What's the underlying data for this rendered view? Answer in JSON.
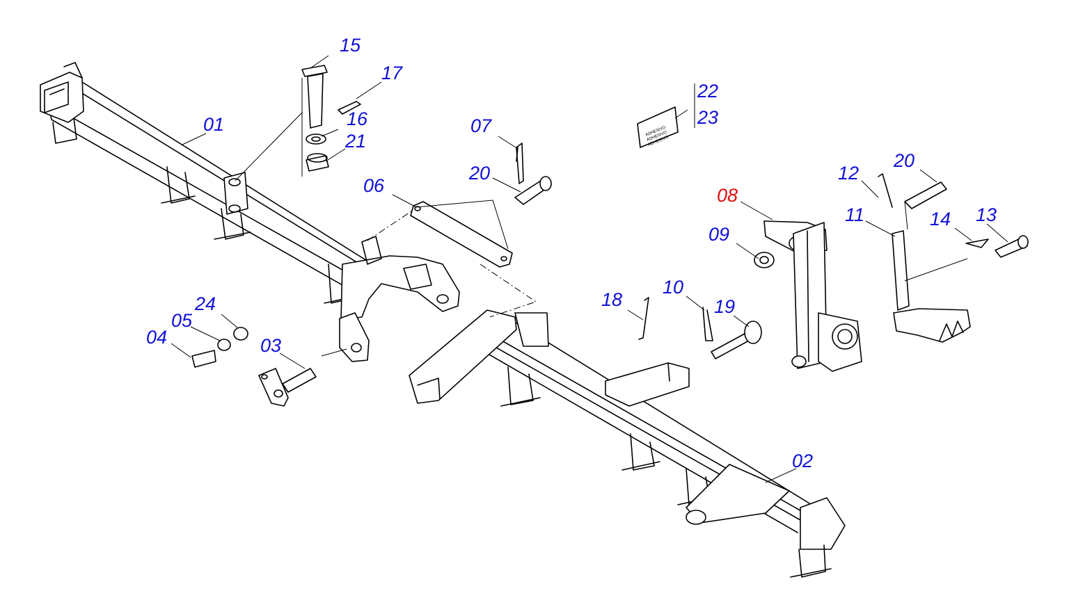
{
  "callouts": [
    {
      "id": "01",
      "label": "01"
    },
    {
      "id": "02",
      "label": "02"
    },
    {
      "id": "03",
      "label": "03"
    },
    {
      "id": "04",
      "label": "04"
    },
    {
      "id": "05",
      "label": "05"
    },
    {
      "id": "06",
      "label": "06"
    },
    {
      "id": "07",
      "label": "07"
    },
    {
      "id": "08",
      "label": "08",
      "highlighted": true
    },
    {
      "id": "09",
      "label": "09"
    },
    {
      "id": "10",
      "label": "10"
    },
    {
      "id": "11",
      "label": "11"
    },
    {
      "id": "12",
      "label": "12"
    },
    {
      "id": "13",
      "label": "13"
    },
    {
      "id": "14",
      "label": "14"
    },
    {
      "id": "15",
      "label": "15"
    },
    {
      "id": "16",
      "label": "16"
    },
    {
      "id": "17",
      "label": "17"
    },
    {
      "id": "18",
      "label": "18"
    },
    {
      "id": "19",
      "label": "19"
    },
    {
      "id": "20a",
      "label": "20"
    },
    {
      "id": "20b",
      "label": "20"
    },
    {
      "id": "21",
      "label": "21"
    },
    {
      "id": "22",
      "label": "22"
    },
    {
      "id": "23",
      "label": "23"
    },
    {
      "id": "24",
      "label": "24"
    }
  ],
  "decal": {
    "lines": [
      "ADHESIVO",
      "ADHESIVO",
      "ADHESIVO"
    ]
  },
  "colors": {
    "callout": "#1010d8",
    "highlight": "#e01010",
    "line": "#000000"
  }
}
